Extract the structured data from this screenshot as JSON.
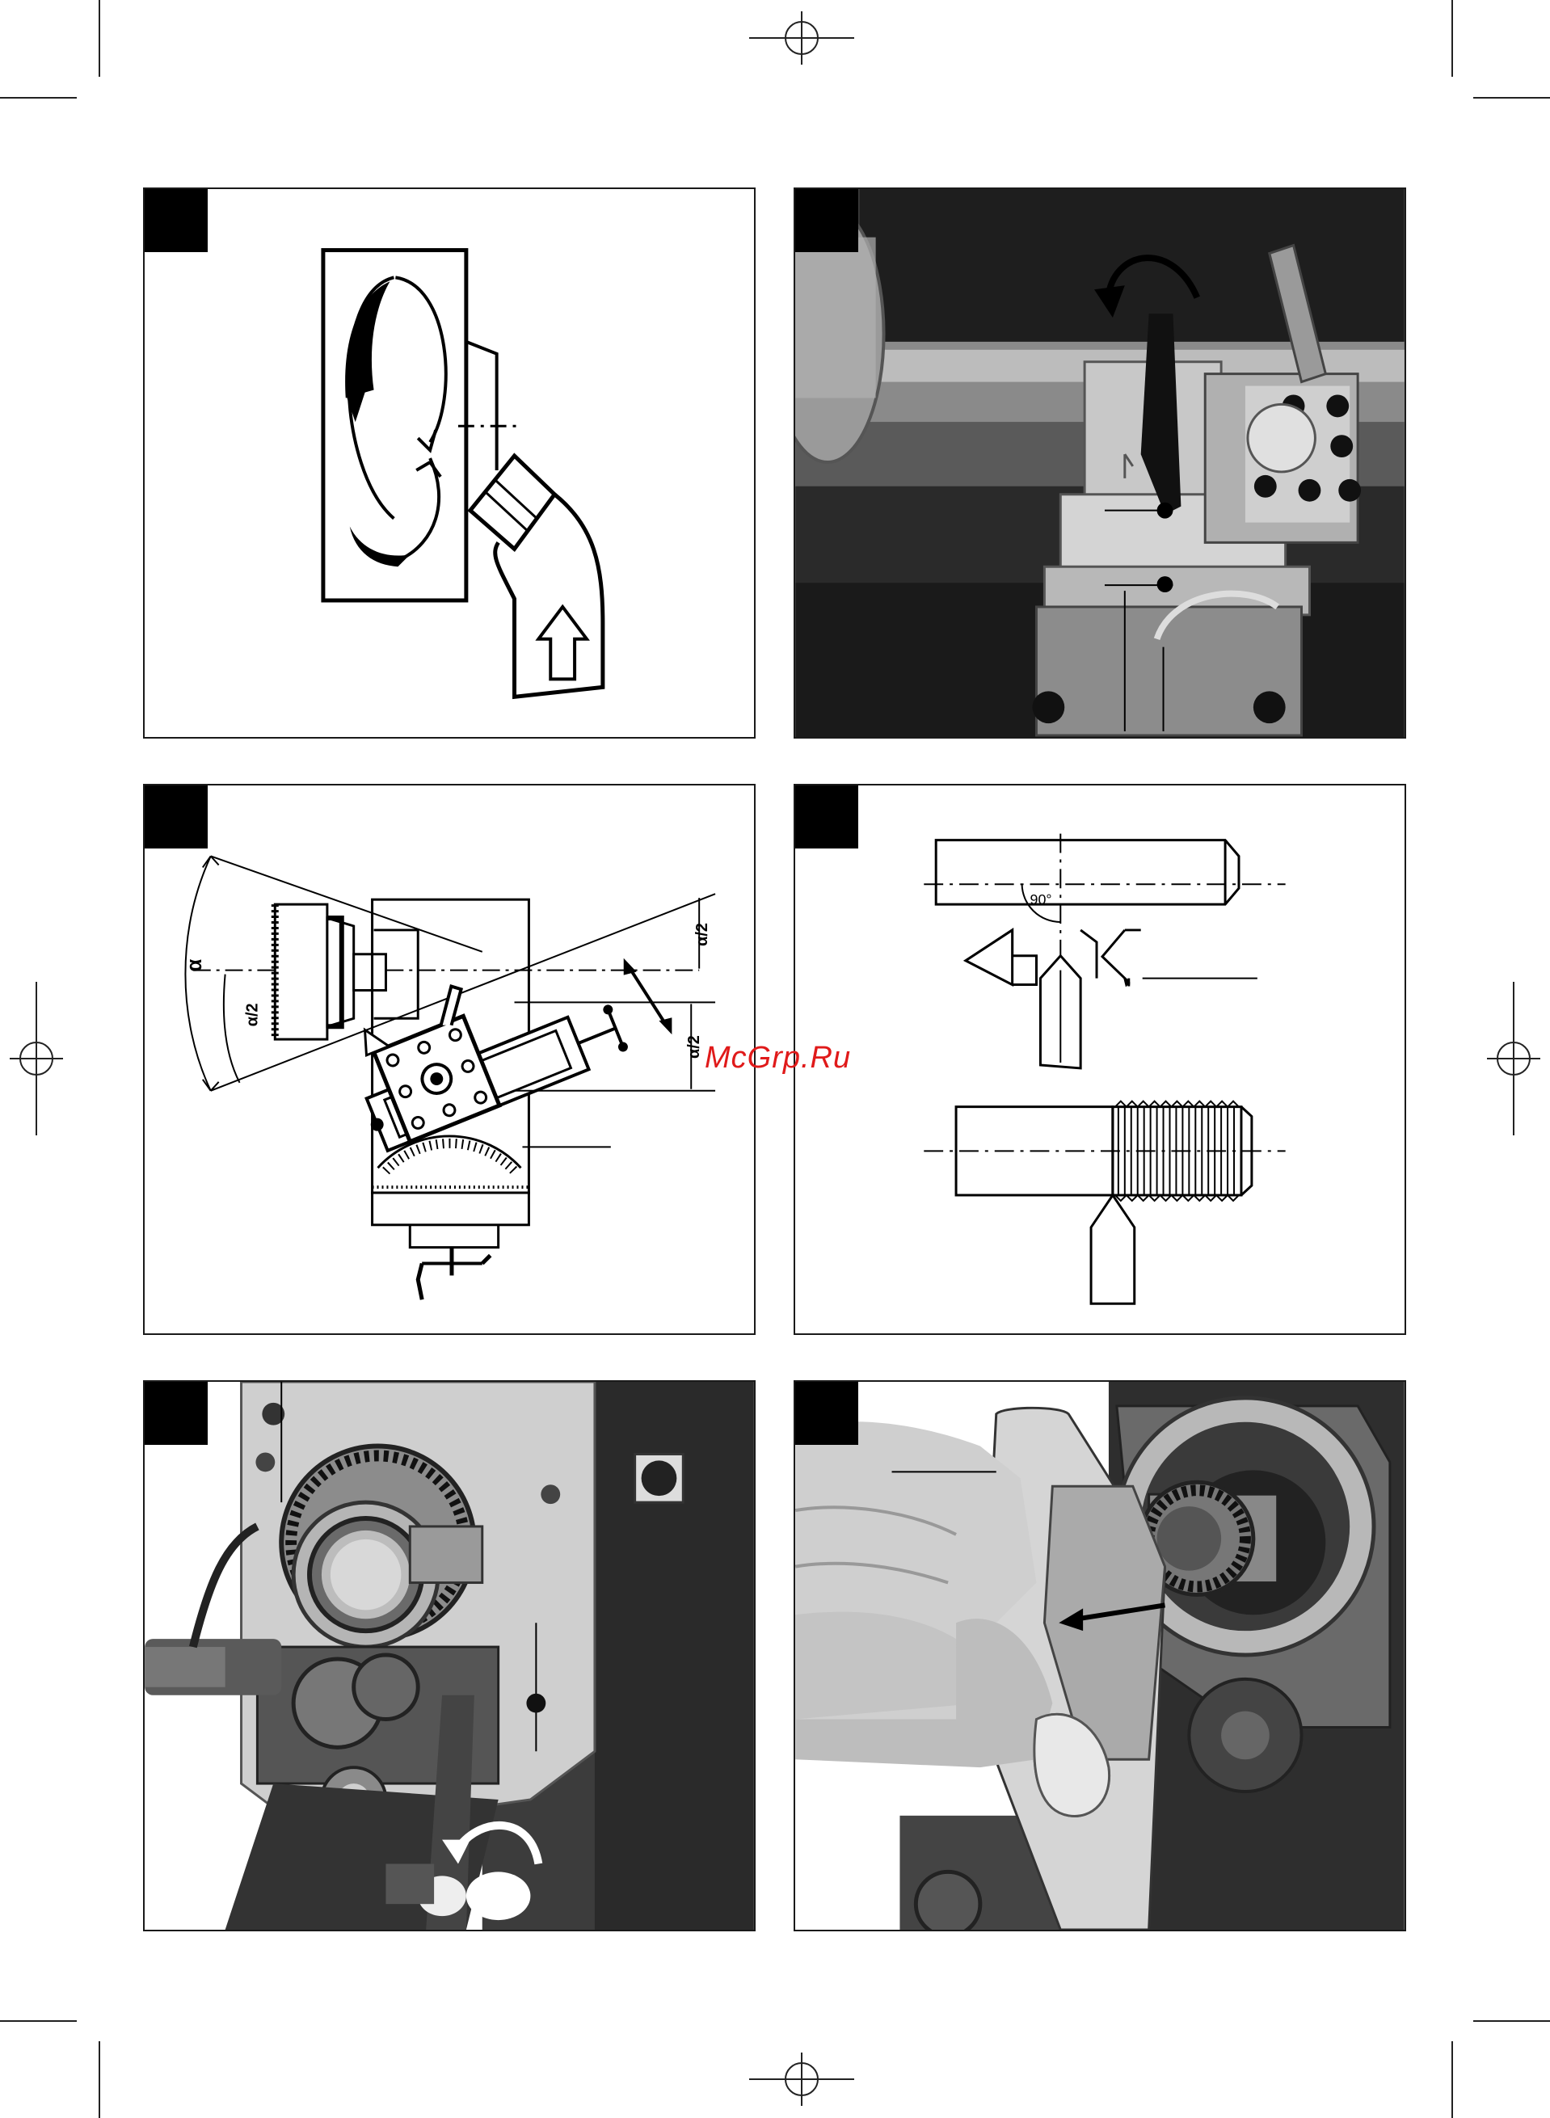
{
  "page": {
    "watermark": "McGrp.Ru"
  },
  "panels": {
    "p1": {
      "type": "drawing"
    },
    "p2": {
      "type": "photo"
    },
    "p3": {
      "type": "drawing",
      "labels": {
        "alpha": "α",
        "half_alpha_top": "α/2",
        "half_alpha_left": "α/2",
        "half_alpha_right": "α/2"
      }
    },
    "p4": {
      "type": "drawing",
      "labels": {
        "angle": "90°"
      }
    },
    "p5": {
      "type": "photo"
    },
    "p6": {
      "type": "photo"
    }
  }
}
